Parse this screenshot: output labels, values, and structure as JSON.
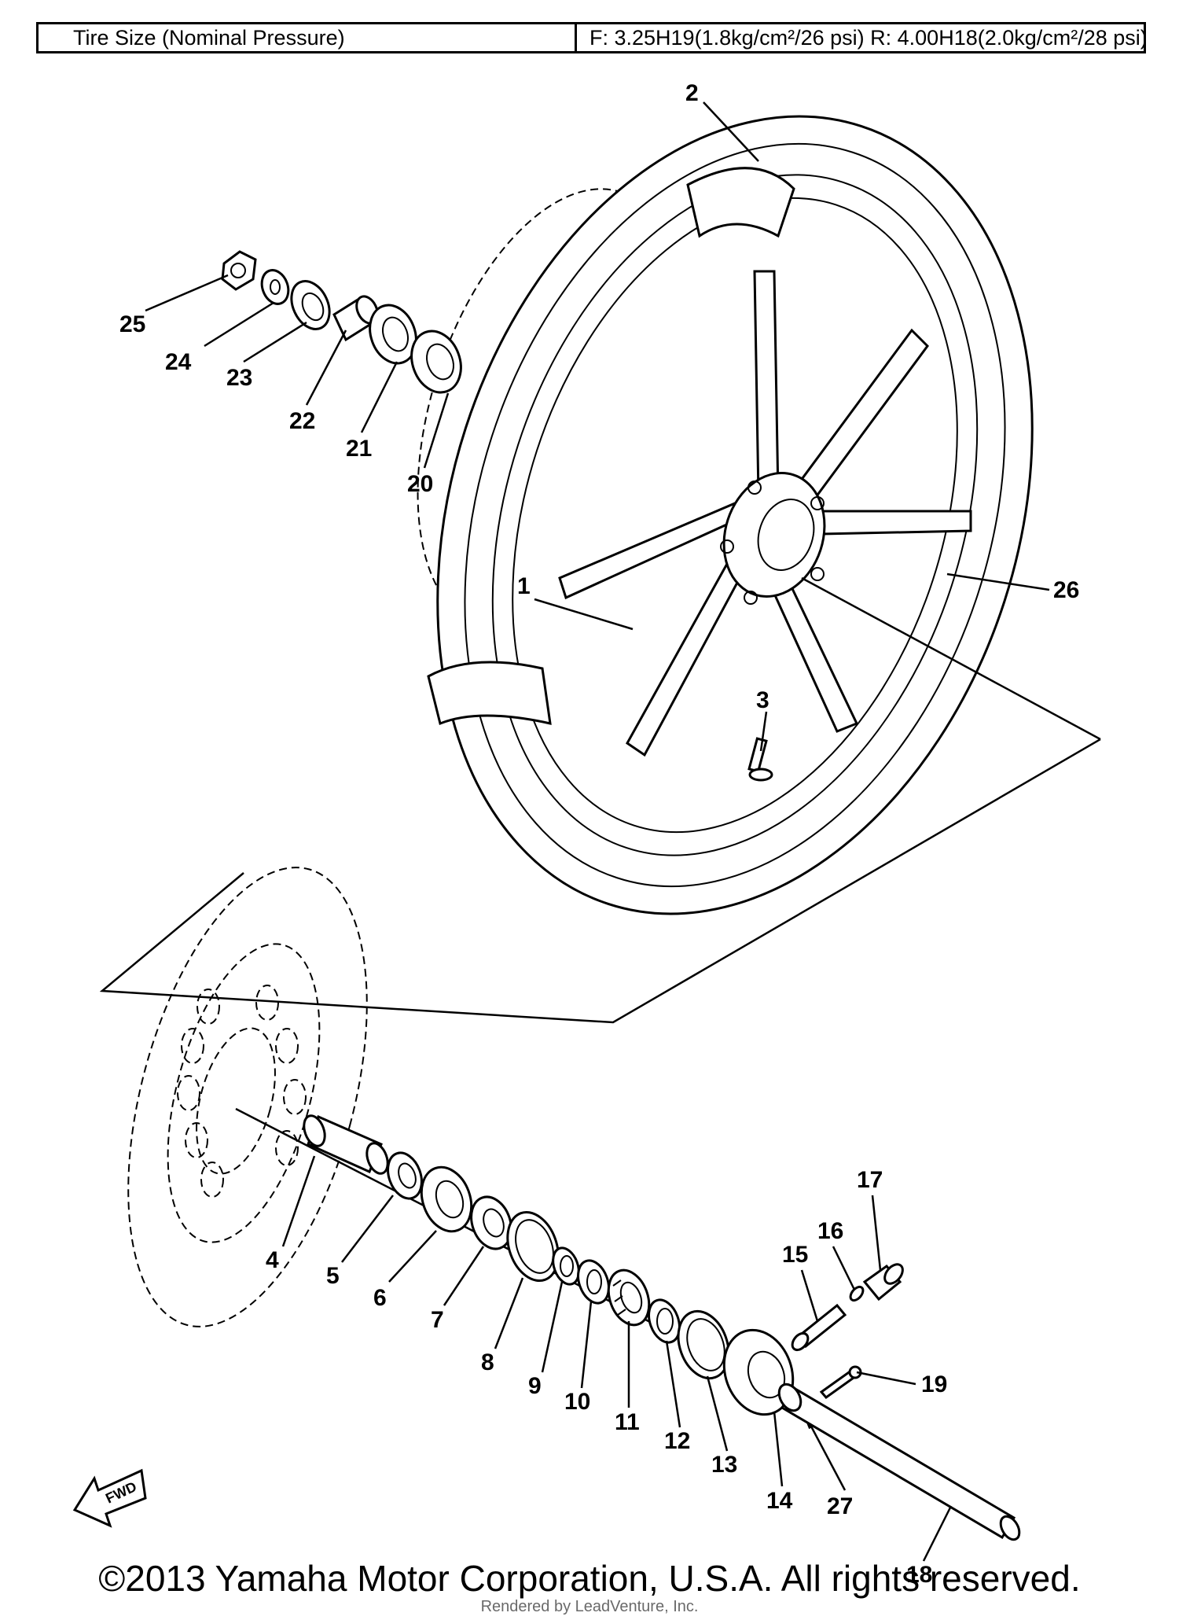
{
  "spec": {
    "label": "Tire Size (Nominal Pressure)",
    "value": "F: 3.25H19(1.8kg/cm²/26 psi) R: 4.00H18(2.0kg/cm²/28 psi)"
  },
  "callouts": [
    "1",
    "2",
    "3",
    "4",
    "5",
    "6",
    "7",
    "8",
    "9",
    "10",
    "11",
    "12",
    "13",
    "14",
    "15",
    "16",
    "17",
    "18",
    "19",
    "20",
    "21",
    "22",
    "23",
    "24",
    "25",
    "26",
    "27"
  ],
  "fwd_label": "FWD",
  "copyright": "©2013 Yamaha Motor Corporation, U.S.A. All rights reserved.",
  "watermark": "Rendered by LeadVenture, Inc."
}
